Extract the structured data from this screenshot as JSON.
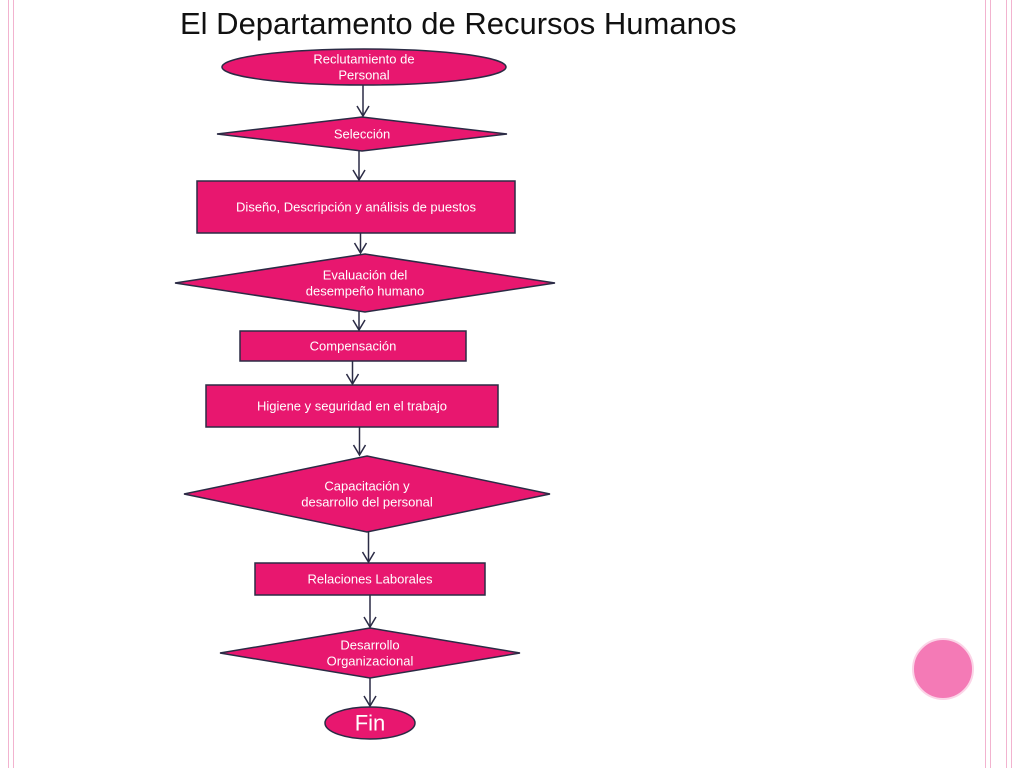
{
  "title": "El Departamento de Recursos Humanos",
  "colors": {
    "shape_fill": "#e8176f",
    "shape_stroke": "#2b2b45",
    "connector": "#2b2b45",
    "frame": "#f2b3cf",
    "accent_circle": "#f47ab6"
  },
  "flow": {
    "nodes": [
      {
        "id": "reclutamiento",
        "shape": "ellipse",
        "lines": [
          "Reclutamiento de",
          "Personal"
        ]
      },
      {
        "id": "seleccion",
        "shape": "diamond",
        "lines": [
          "Selección"
        ]
      },
      {
        "id": "diseno",
        "shape": "rect",
        "lines": [
          "Diseño, Descripción y análisis de puestos"
        ]
      },
      {
        "id": "evaluacion",
        "shape": "diamond",
        "lines": [
          "Evaluación del",
          "desempeño humano"
        ]
      },
      {
        "id": "compensacion",
        "shape": "rect",
        "lines": [
          "Compensación"
        ]
      },
      {
        "id": "higiene",
        "shape": "rect",
        "lines": [
          "Higiene y seguridad en el trabajo"
        ]
      },
      {
        "id": "capacitacion",
        "shape": "diamond",
        "lines": [
          "Capacitación y",
          "desarrollo del personal"
        ]
      },
      {
        "id": "relaciones",
        "shape": "rect",
        "lines": [
          "Relaciones Laborales"
        ]
      },
      {
        "id": "desarrollo",
        "shape": "diamond",
        "lines": [
          "Desarrollo",
          "Organizacional"
        ]
      },
      {
        "id": "fin",
        "shape": "ellipse",
        "lines": [
          "Fin"
        ]
      }
    ]
  }
}
